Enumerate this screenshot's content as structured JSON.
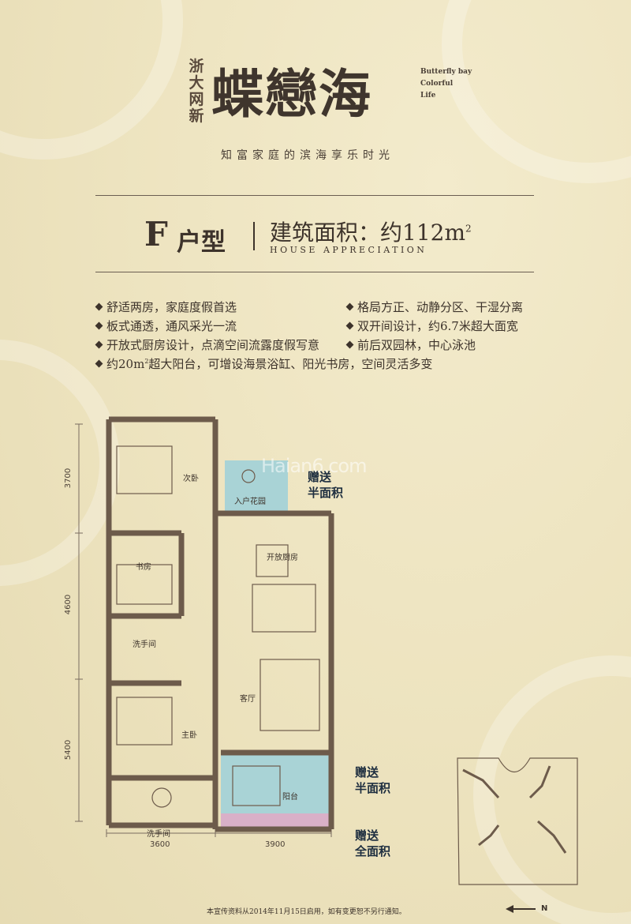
{
  "brand": {
    "developer": "浙大网新",
    "logo": "蝶戀海",
    "en_line1": "Butterfly bay",
    "en_line2": "Colorful",
    "en_line3": "Life",
    "slogan": "知富家庭的滨海享乐时光"
  },
  "unit": {
    "letter": "F",
    "type_label": "户型",
    "area_label": "建筑面积：约",
    "area_value": "112",
    "area_unit": "m",
    "area_sup": "2",
    "subtitle": "HOUSE APPRECIATION"
  },
  "features": {
    "0": "舒适两房，家庭度假首选",
    "1": "格局方正、动静分区、干湿分离",
    "2": "板式通透，通风采光一流",
    "3": "双开间设计，约6.7米超大面宽",
    "4": "开放式厨房设计，点滴空间流露度假写意",
    "5": "前后双园林，中心泳池",
    "6a": "约20m",
    "6sup": "2",
    "6b": "超大阳台，可增设海景浴缸、阳光书房，空间灵活多变"
  },
  "plan": {
    "dims": [
      "3700",
      "4600",
      "5400",
      "3600",
      "3900"
    ],
    "rooms": [
      "次卧",
      "入户花园",
      "开放厨房",
      "书房",
      "洗手间",
      "客厅",
      "主卧",
      "阳台",
      "洗手间"
    ]
  },
  "watermark": "Haian6.com",
  "gifts": [
    {
      "line1": "赠送",
      "line2": "半面积"
    },
    {
      "line1": "赠送",
      "line2": "半面积"
    },
    {
      "line1": "赠送",
      "line2": "全面积"
    }
  ],
  "footer": {
    "disclaimer": "本宣传资料从2014年11月15日启用，如有变更恕不另行通知。",
    "north": "N"
  }
}
